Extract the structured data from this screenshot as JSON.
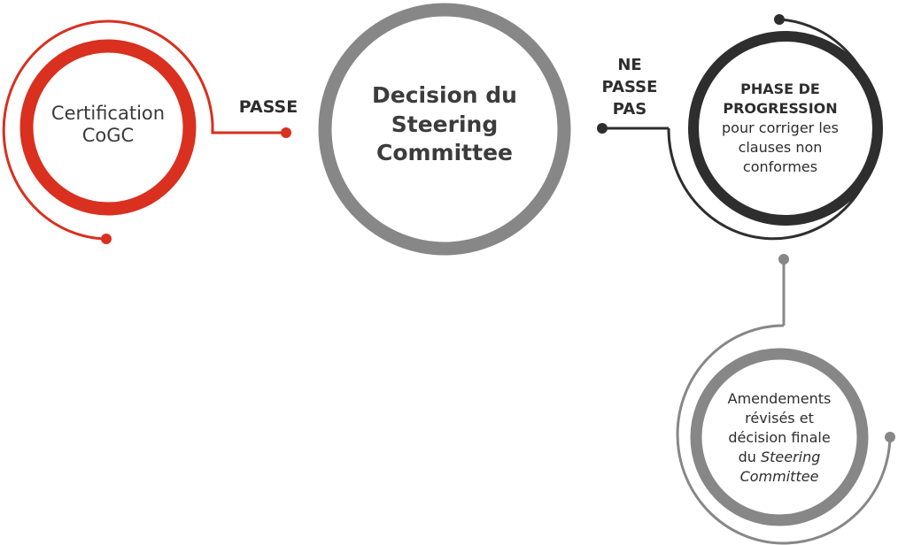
{
  "nodes": {
    "certification": {
      "line1": "Certification",
      "line2": "CoGC"
    },
    "decision": {
      "line1": "Decision du",
      "line2": "Steering",
      "line3": "Committee"
    },
    "phase": {
      "line1": "PHASE DE",
      "line2": "PROGRESSION",
      "line3": "pour corriger les",
      "line4": "clauses non",
      "line5": "conformes"
    },
    "amendements": {
      "line1": "Amendements",
      "line2": "révisés et",
      "line3": "décision finale",
      "line4_prefix": "du ",
      "line4_italic": "Steering",
      "line5_italic": "Committee"
    }
  },
  "labels": {
    "passe": "PASSE",
    "ne_passe_pas": {
      "line1": "NE",
      "line2": "PASSE",
      "line3": "PAS"
    }
  },
  "colors": {
    "red": "#d9301f",
    "gray": "#878787",
    "dark": "#2e2e2e"
  }
}
